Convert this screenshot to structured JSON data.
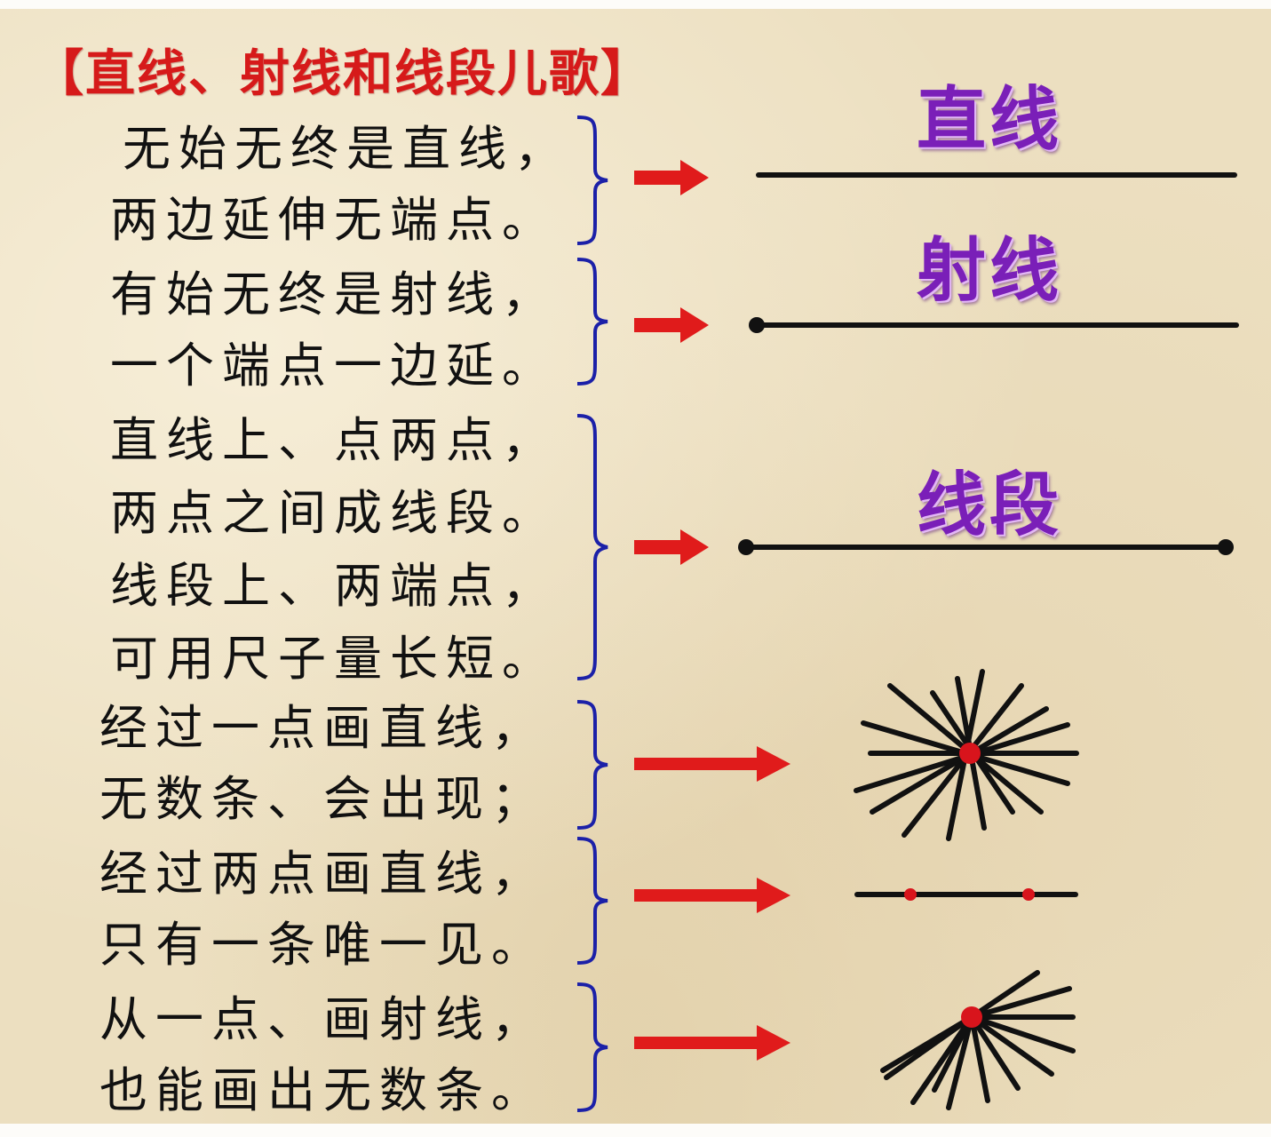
{
  "title": "【直线、射线和线段儿歌】",
  "colors": {
    "title": "#d61a1a",
    "brace": "#1b20a8",
    "arrow": "#e01b1b",
    "label": "#7a1fb8",
    "line": "#111111",
    "point": "#d8141c",
    "background": "#ecdfc0"
  },
  "sections": [
    {
      "lines": [
        "无始无终是直线，",
        "两边延伸无端点。"
      ],
      "label": "直线",
      "figure": "line-no-endpoints"
    },
    {
      "lines": [
        "有始无终是射线，",
        "一个端点一边延。"
      ],
      "label": "射线",
      "figure": "ray-one-endpoint"
    },
    {
      "lines": [
        "直线上、点两点，",
        "两点之间成线段。",
        "线段上、两端点，",
        "可用尺子量长短。"
      ],
      "label": "线段",
      "figure": "segment-two-endpoints"
    },
    {
      "lines": [
        "经过一点画直线，",
        "无数条、会出现；"
      ],
      "label": "",
      "figure": "lines-through-one-point"
    },
    {
      "lines": [
        "经过两点画直线，",
        "只有一条唯一见。"
      ],
      "label": "",
      "figure": "line-through-two-points"
    },
    {
      "lines": [
        "从一点、画射线，",
        "也能画出无数条。"
      ],
      "label": "",
      "figure": "rays-from-one-point"
    }
  ]
}
